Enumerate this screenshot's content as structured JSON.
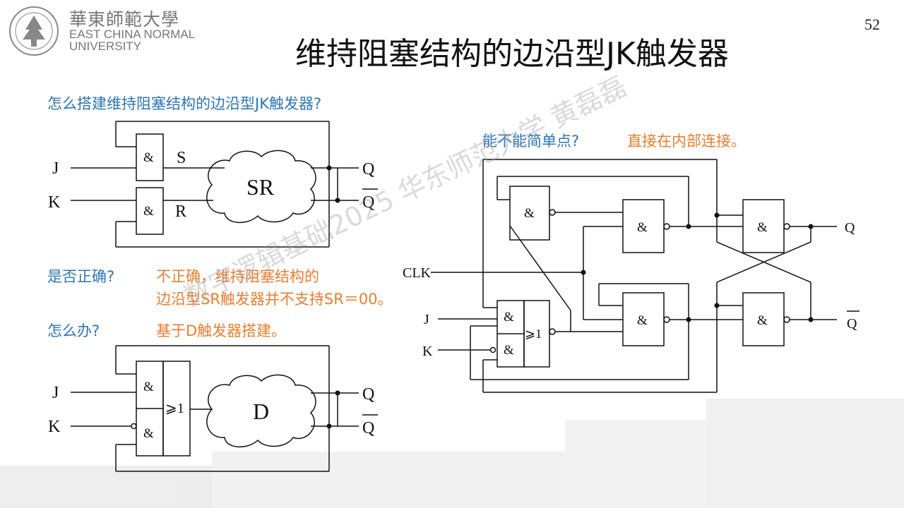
{
  "header": {
    "logo_cn": "華東師範大學",
    "logo_en_line1": "EAST CHINA NORMAL",
    "logo_en_line2": "UNIVERSITY",
    "page_number": "52"
  },
  "title": "维持阻塞结构的边沿型JK触发器",
  "question1": "怎么搭建维持阻塞结构的边沿型JK触发器?",
  "question2": "是否正确?",
  "answer2_line1": "不正确，维持阻塞结构的",
  "answer2_line2": "边沿型SR触发器并不支持SR＝00。",
  "question3": "怎么办?",
  "answer3": "基于D触发器搭建。",
  "question4": "能不能简单点?",
  "answer4": "直接在内部连接。",
  "watermark": "数字逻辑基础2025 华东师范大学 黄磊磊",
  "circuit1": {
    "in_j": "J",
    "in_k": "K",
    "gate_and": "&",
    "sig_s": "S",
    "sig_r": "R",
    "block": "SR",
    "out_q": "Q",
    "out_qbar": "Q"
  },
  "circuit2": {
    "in_j": "J",
    "in_k": "K",
    "gate_and": "&",
    "gate_or": "⩾1",
    "block": "D",
    "out_q": "Q",
    "out_qbar": "Q"
  },
  "circuit3": {
    "in_clk": "CLK",
    "in_j": "J",
    "in_k": "K",
    "gate_and": "&",
    "gate_or": "⩾1",
    "out_q": "Q",
    "out_qbar": "Q"
  },
  "colors": {
    "question": "#2e75b6",
    "answer": "#ed7d31",
    "title": "#111111",
    "logo": "#777777"
  }
}
